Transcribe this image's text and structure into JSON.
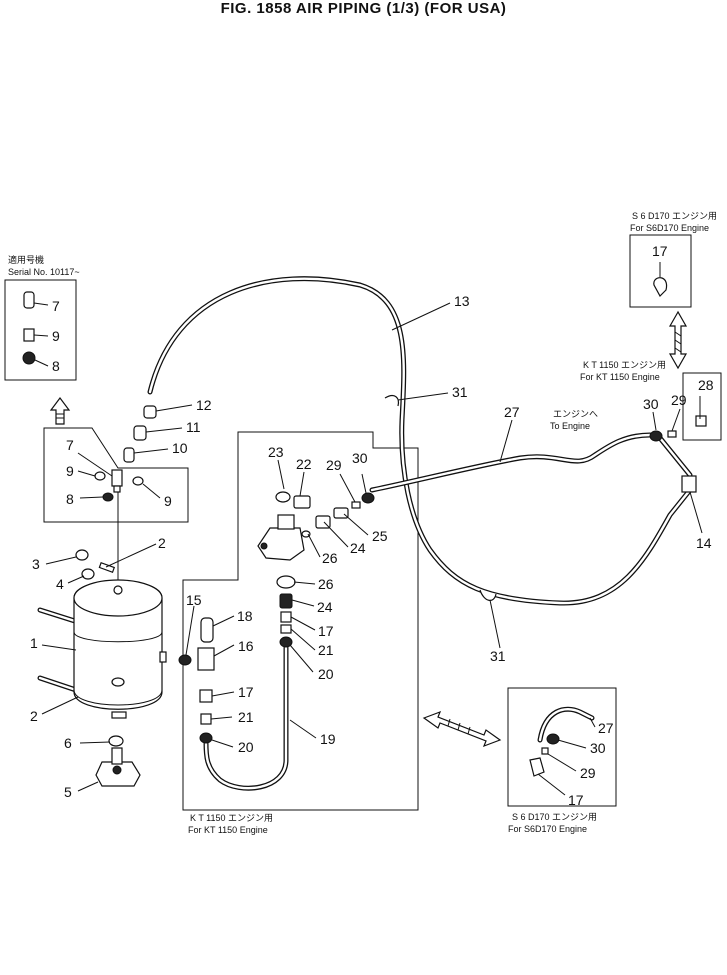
{
  "title": "FIG. 1858   AIR PIPING (1/3) (FOR USA)",
  "captions": {
    "serial_jp": "適用号機",
    "serial_en": "Serial No. 10117~",
    "s6d_top_jp": "S 6 D170 エンジン用",
    "s6d_top_en": "For S6D170 Engine",
    "kt_right_jp": "K T 1150 エンジン用",
    "kt_right_en": "For KT 1150 Engine",
    "to_engine_jp": "エンジンへ",
    "to_engine_en": "To Engine",
    "kt_bottom_jp": "K T 1150 エンジン用",
    "kt_bottom_en": "For KT 1150 Engine",
    "s6d_bottom_jp": "S 6 D170 エンジン用",
    "s6d_bottom_en": "For S6D170 Engine"
  },
  "callouts": [
    {
      "id": "c7a",
      "label": "7"
    },
    {
      "id": "c9a",
      "label": "9"
    },
    {
      "id": "c8a",
      "label": "8"
    },
    {
      "id": "c7b",
      "label": "7"
    },
    {
      "id": "c9b",
      "label": "9"
    },
    {
      "id": "c9c",
      "label": "9"
    },
    {
      "id": "c8b",
      "label": "8"
    },
    {
      "id": "c12",
      "label": "12"
    },
    {
      "id": "c11",
      "label": "11"
    },
    {
      "id": "c10",
      "label": "10"
    },
    {
      "id": "c13",
      "label": "13"
    },
    {
      "id": "c31a",
      "label": "31"
    },
    {
      "id": "c27a",
      "label": "27"
    },
    {
      "id": "c17a",
      "label": "17"
    },
    {
      "id": "c28",
      "label": "28"
    },
    {
      "id": "c30a",
      "label": "30"
    },
    {
      "id": "c29a",
      "label": "29"
    },
    {
      "id": "c14",
      "label": "14"
    },
    {
      "id": "c31b",
      "label": "31"
    },
    {
      "id": "c23",
      "label": "23"
    },
    {
      "id": "c22",
      "label": "22"
    },
    {
      "id": "c29b",
      "label": "29"
    },
    {
      "id": "c30b",
      "label": "30"
    },
    {
      "id": "c25",
      "label": "25"
    },
    {
      "id": "c24a",
      "label": "24"
    },
    {
      "id": "c26a",
      "label": "26"
    },
    {
      "id": "c26b",
      "label": "26"
    },
    {
      "id": "c24b",
      "label": "24"
    },
    {
      "id": "c17b",
      "label": "17"
    },
    {
      "id": "c21a",
      "label": "21"
    },
    {
      "id": "c20a",
      "label": "20"
    },
    {
      "id": "c19",
      "label": "19"
    },
    {
      "id": "c3",
      "label": "3"
    },
    {
      "id": "c2a",
      "label": "2"
    },
    {
      "id": "c4",
      "label": "4"
    },
    {
      "id": "c1",
      "label": "1"
    },
    {
      "id": "c2b",
      "label": "2"
    },
    {
      "id": "c15",
      "label": "15"
    },
    {
      "id": "c18",
      "label": "18"
    },
    {
      "id": "c16",
      "label": "16"
    },
    {
      "id": "c17c",
      "label": "17"
    },
    {
      "id": "c21b",
      "label": "21"
    },
    {
      "id": "c20b",
      "label": "20"
    },
    {
      "id": "c6",
      "label": "6"
    },
    {
      "id": "c5",
      "label": "5"
    },
    {
      "id": "c27b",
      "label": "27"
    },
    {
      "id": "c30c",
      "label": "30"
    },
    {
      "id": "c29c",
      "label": "29"
    },
    {
      "id": "c17d",
      "label": "17"
    }
  ]
}
